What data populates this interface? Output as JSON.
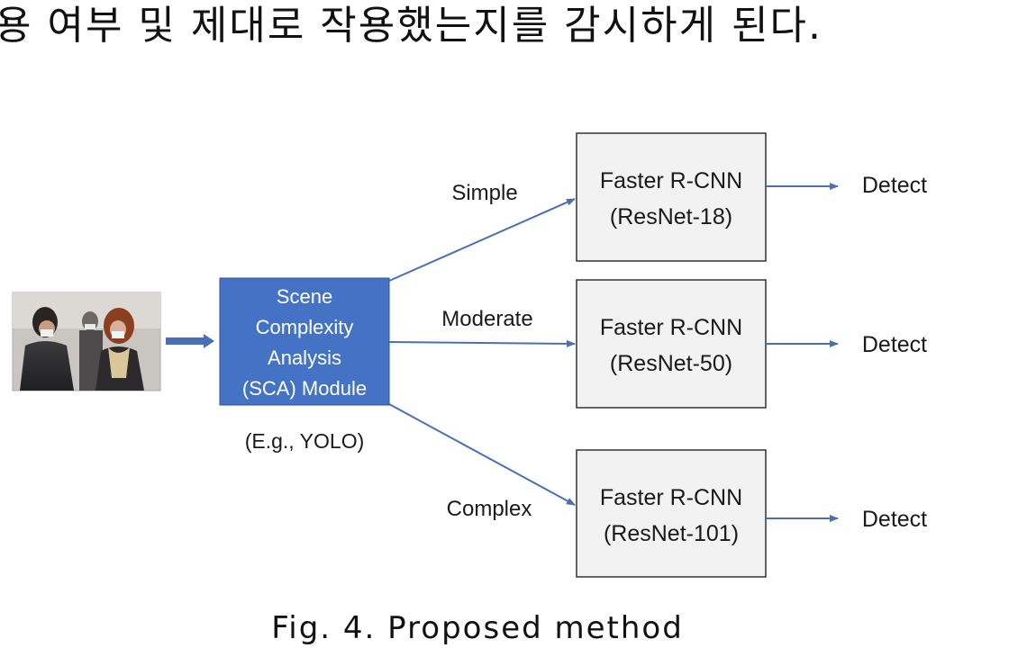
{
  "header_text": "용 여부 및 제대로 작용했는지를 감시하게 된다.",
  "caption": "Fig. 4. Proposed method",
  "input_image": {
    "icon": "photo-of-pedestrians-wearing-masks"
  },
  "sca_module": {
    "lines": [
      "Scene",
      "Complexity",
      "Analysis",
      "(SCA) Module"
    ],
    "note": "(E.g., YOLO)",
    "color": "#4472C4"
  },
  "branches": [
    {
      "label": "Simple",
      "model_line1": "Faster R-CNN",
      "model_line2": "(ResNet-18)",
      "output": "Detect"
    },
    {
      "label": "Moderate",
      "model_line1": "Faster R-CNN",
      "model_line2": "(ResNet-50)",
      "output": "Detect"
    },
    {
      "label": "Complex",
      "model_line1": "Faster R-CNN",
      "model_line2": "(ResNet-101)",
      "output": "Detect"
    }
  ],
  "colors": {
    "arrow": "#4a6fb5",
    "box_fill": "#f2f2f2",
    "box_border": "#333333"
  }
}
